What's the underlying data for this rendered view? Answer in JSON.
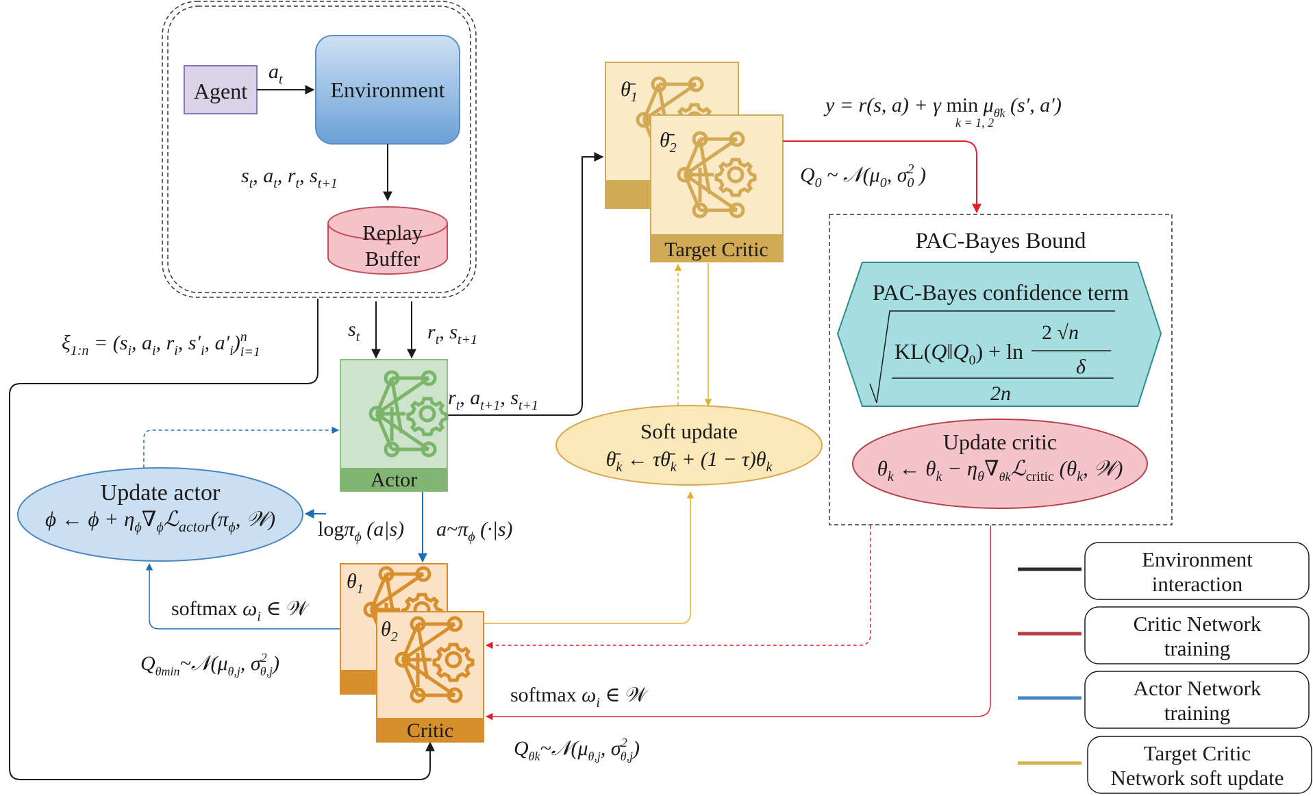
{
  "colors": {
    "env_line": "#1a1a1a",
    "critic_line": "#e0202a",
    "actor_line": "#1e6fb8",
    "target_line": "#e3b02a",
    "agent_fill": "#d9d2e9",
    "env_fill_top": "#cfe1f3",
    "env_fill_bottom": "#6aa0d6",
    "replay_fill": "#f4c2c8",
    "actor_fill": "#cde3cc",
    "actor_band": "#82b574",
    "target_fill": "#fbeac8",
    "target_band": "#d2aa56",
    "critic_fill": "#fbe2c6",
    "critic_band": "#d68f2c",
    "pac_fill": "#a6dde0",
    "update_critic_fill": "#f4c4ca",
    "update_actor_fill": "#cbdff2",
    "soft_update_fill": "#fbe8b8"
  },
  "env_loop": {
    "agent": "Agent",
    "environment": "Environment",
    "replay_buffer": [
      "Replay",
      "Buffer"
    ],
    "action_label": "a_t",
    "transition_label": "s_t, a_t, r_t, s_{t+1}"
  },
  "labels": {
    "batch": "ξ_{1:n} = (s_i, a_i, r_i, s'_i, a'_i)_{i=1}^n",
    "state_in": "s_t",
    "reward_next": "r_t, s_{t+1}",
    "actor_out": "r_t, a_{t+1}, s_{t+1}",
    "log_pi": "logπ_φ(a|s)",
    "action_sample": "a~π_φ(·|s)",
    "softmax_left": "softmax ω_i ∈ 𝒲",
    "softmax_bottom": "softmax ω_i ∈ 𝒲",
    "q_min": "Q_{θ_min} ~ 𝒩(μ_{θ,j}, σ²_{θ,j})",
    "q_k": "Q_{θ_k} ~ 𝒩(μ_{θ,j}, σ²_{θ,j})",
    "target_y": "y = r(s,a) + γ min_{k=1,2} μ_{θ̄_k}(s', a')",
    "prior": "Q_0 ~ 𝒩(μ_0, σ_0²)"
  },
  "nodes": {
    "actor": "Actor",
    "target_critic": "Target Critic",
    "target_params": [
      "θ̄",
      "1",
      "θ̄",
      "2"
    ],
    "critic": "Critic",
    "critic_params": [
      "θ",
      "1",
      "θ",
      "2"
    ],
    "update_actor_title": "Update actor",
    "update_actor_formula": "φ ← φ + η_φ ∇_φ ℒ_actor(π_φ, 𝒲)",
    "soft_update_title": "Soft update",
    "soft_update_formula": "θ̄_k ← τθ̄_k + (1 − τ)θ_k",
    "pac_bound_title": "PAC-Bayes Bound",
    "pac_conf_title": "PAC-Bayes confidence term",
    "pac_conf_formula": "√[(KL(Q‖Q_0) + ln(2√n/δ)) / 2n]",
    "update_critic_title": "Update critic",
    "update_critic_formula": "θ_k ← θ_k − η_θ ∇_{θ_k} ℒ_critic(θ_k, 𝒲)"
  },
  "legend": [
    {
      "line1": "Environment",
      "line2": "interaction",
      "color": "#2a2a2a"
    },
    {
      "line1": "Critic Network",
      "line2": "training",
      "color": "#b8404a"
    },
    {
      "line1": "Actor Network",
      "line2": "training",
      "color": "#4a86c0"
    },
    {
      "line1": "Target Critic",
      "line2": "Network soft update",
      "color": "#d6ae52"
    }
  ]
}
